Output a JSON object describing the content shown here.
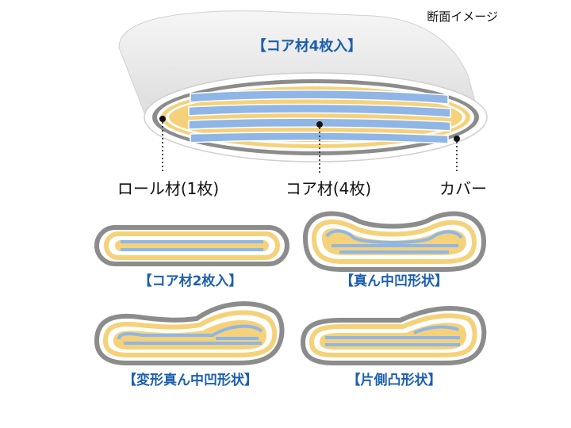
{
  "corner_note": "断面イメージ",
  "main_title": "【コア材4枚入】",
  "callouts": {
    "roll": "ロール材(1枚)",
    "core": "コア材(4枚)",
    "cover": "カバー"
  },
  "variants": [
    {
      "label": "【コア材2枚入】"
    },
    {
      "label": "【真ん中凹形状】"
    },
    {
      "label": "【変形真ん中凹形状】"
    },
    {
      "label": "【片側凸形状】"
    }
  ],
  "colors": {
    "cover_outline": "#8c8c8c",
    "roll": "#f5d27a",
    "core": "#8fb6e6",
    "title_blue": "#1c5fb0",
    "text": "#111111"
  }
}
